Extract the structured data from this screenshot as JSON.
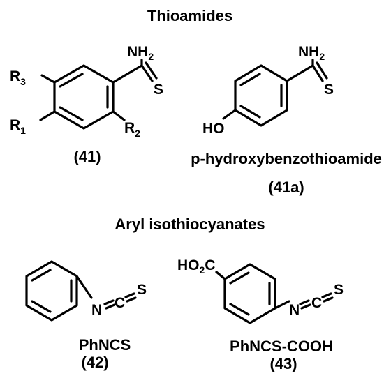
{
  "sections": {
    "thioamides_title": "Thioamides",
    "aryl_title": "Aryl isothiocyanates"
  },
  "compounds": {
    "c41": {
      "label": "(41)",
      "atoms": {
        "nh2": "NH",
        "nh2_sub": "2",
        "s": "S",
        "r3": "R",
        "r3_sub": "3",
        "r1": "R",
        "r1_sub": "1",
        "r2": "R",
        "r2_sub": "2"
      }
    },
    "c41a": {
      "name": "p-hydroxybenzothioamide",
      "label": "(41a)",
      "atoms": {
        "nh2": "NH",
        "nh2_sub": "2",
        "s": "S",
        "ho": "HO"
      }
    },
    "c42": {
      "name": "PhNCS",
      "label": "(42)",
      "atoms": {
        "n": "N",
        "c": "C",
        "s": "S"
      }
    },
    "c43": {
      "name": "PhNCS-COOH",
      "label": "(43)",
      "atoms": {
        "ho2c_a": "HO",
        "ho2c_sub": "2",
        "ho2c_b": "C",
        "n": "N",
        "c": "C",
        "s": "S"
      }
    }
  }
}
